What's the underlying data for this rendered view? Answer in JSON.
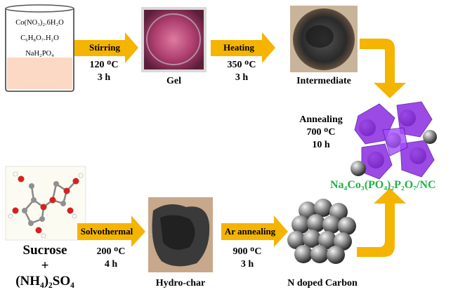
{
  "reagents": {
    "line1": "Co(NO₃)₂.6H₂O",
    "line2": "C₆H₈O₇.H₂O",
    "line3": "NaH₂PO₄"
  },
  "steps": {
    "stirring": {
      "label": "Stirring",
      "temp": "120 ᴼC",
      "time": "3 h"
    },
    "heating": {
      "label": "Heating",
      "temp": "350 ᴼC",
      "time": "3 h"
    },
    "annealing": {
      "label": "Annealing",
      "temp": "700 ᴼC",
      "time": "10 h"
    },
    "solvothermal": {
      "label": "Solvothermal",
      "temp": "200 ᴼC",
      "time": "4 h"
    },
    "ar_annealing": {
      "label": "Ar annealing",
      "temp": "900 ᴼC",
      "time": "3 h"
    }
  },
  "stages": {
    "gel": "Gel",
    "intermediate": "Intermediate",
    "hydrochar": "Hydro-char",
    "ndoped": "N doped Carbon"
  },
  "precursors": {
    "sucrose": "Sucrose",
    "plus": "+",
    "ammonium": "(NH₄)₂SO₄"
  },
  "product": "Na₄Co₃(PO₄)₂P₂O₇/NC",
  "colors": {
    "arrow": "#f5b400",
    "product_text": "#22b04a",
    "purple": "#8a2be2",
    "solution": "#fbd9c4"
  }
}
